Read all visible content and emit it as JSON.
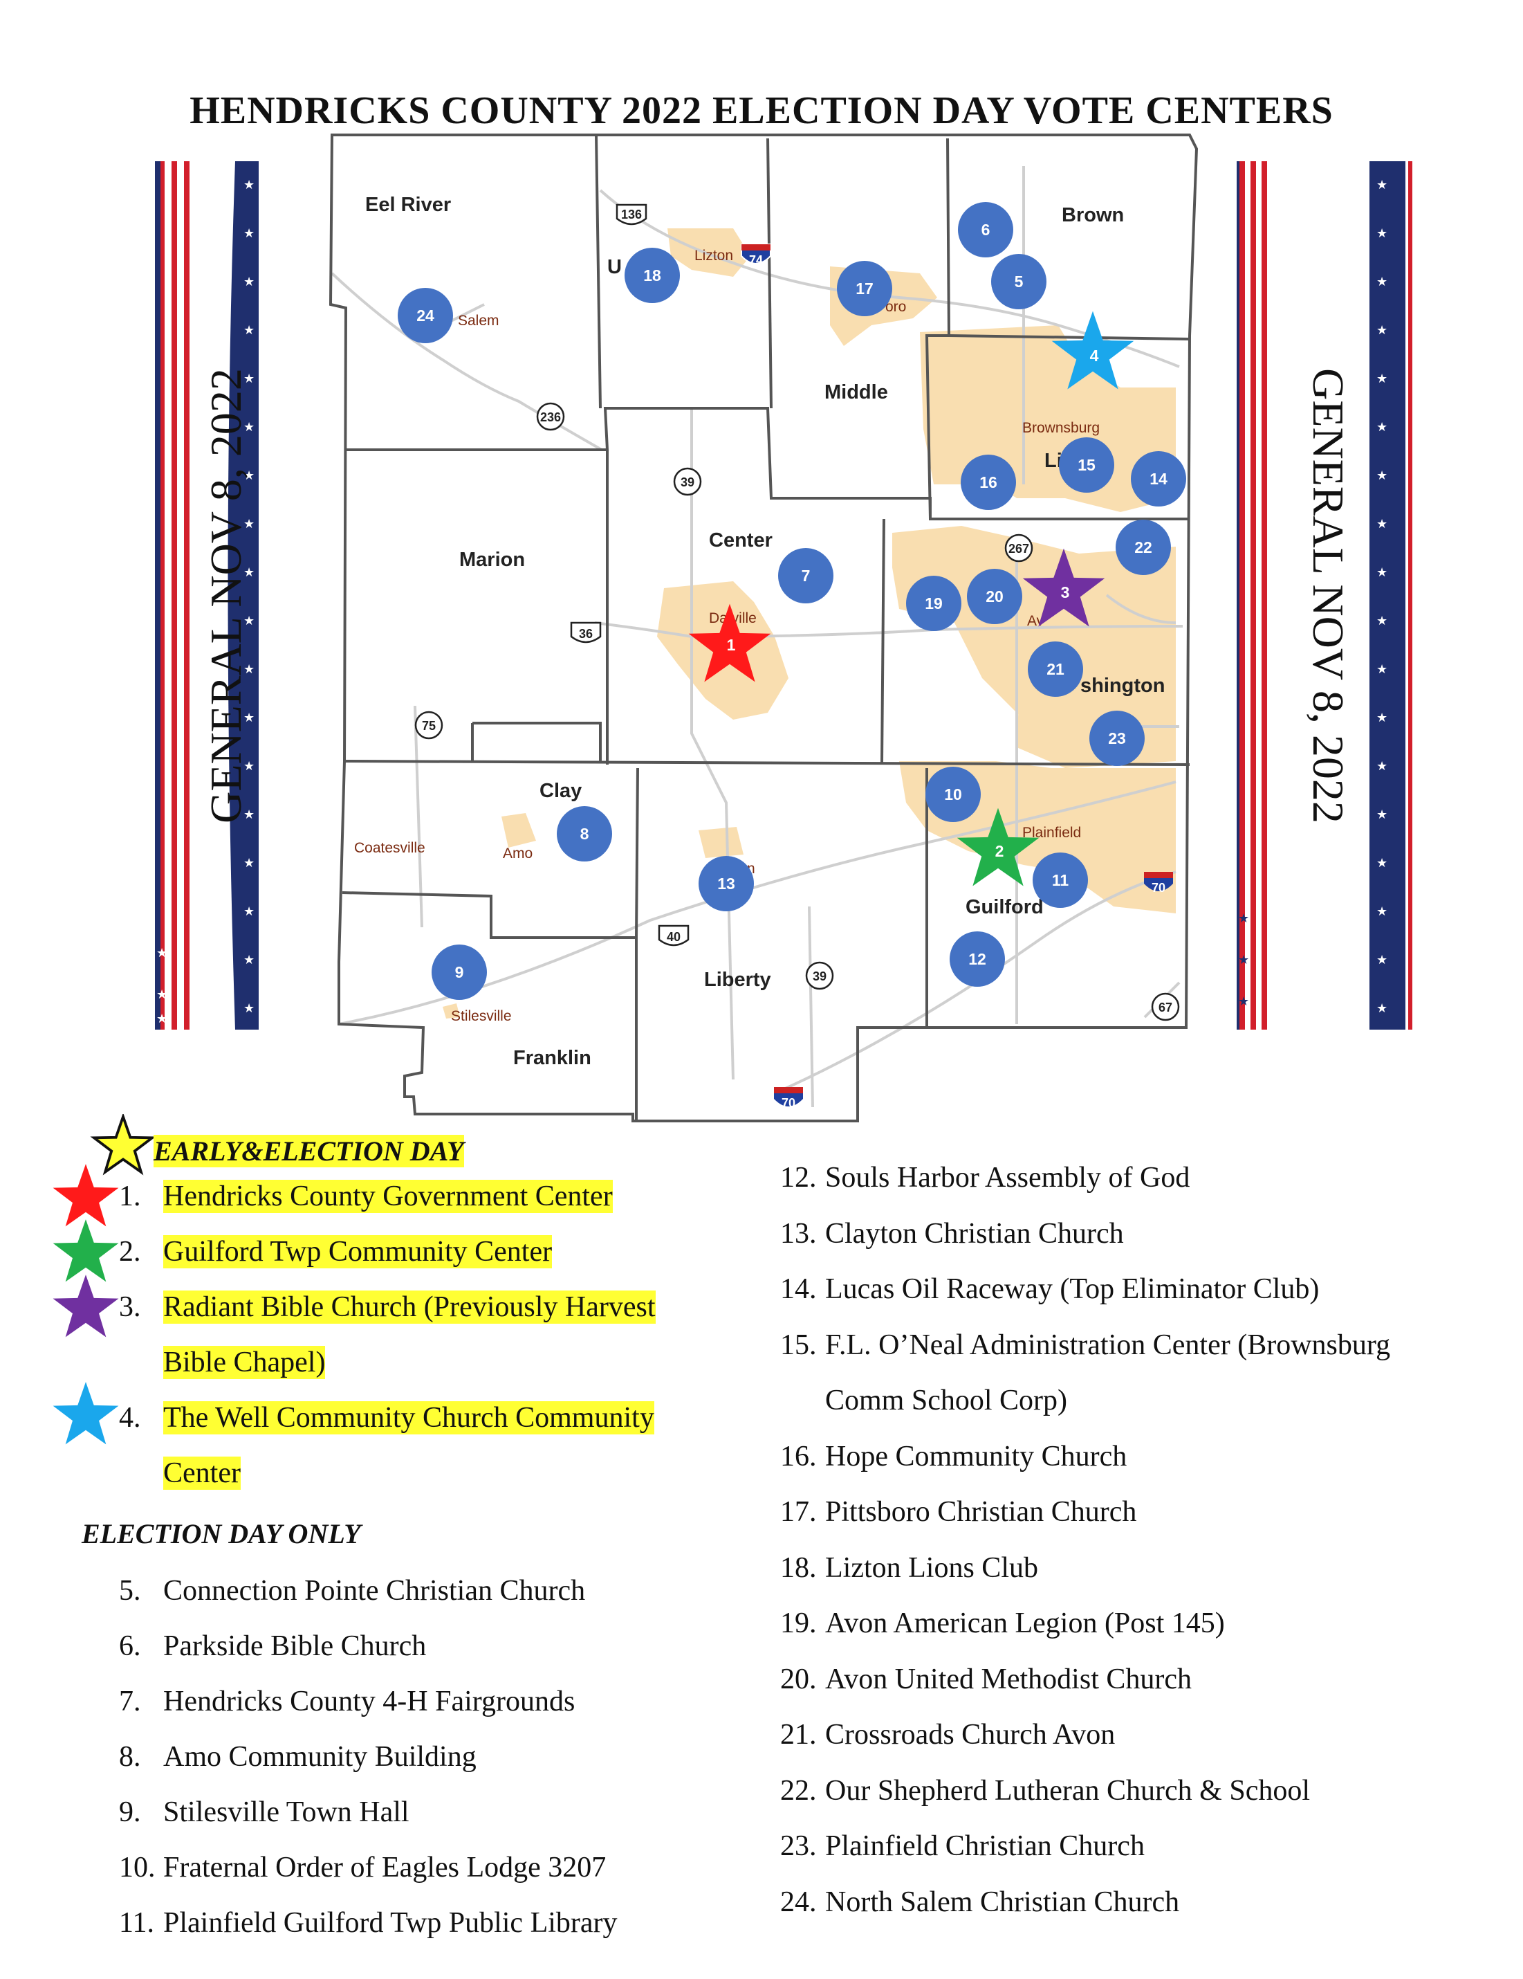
{
  "title": "HENDRICKS COUNTY 2022 ELECTION DAY VOTE CENTERS",
  "side_text": "GENERAL NOV 8, 2022",
  "townships": {
    "eel_river": "Eel River",
    "union": "U",
    "brown": "Brown",
    "middle": "Middle",
    "lincoln": "Li",
    "marion": "Marion",
    "center": "Center",
    "washington": "shington",
    "clay": "Clay",
    "liberty": "Liberty",
    "guilford": "Guilford",
    "franklin": "Franklin"
  },
  "towns": {
    "salem": "Salem",
    "lizton": "Lizton",
    "pittsboro": "oro",
    "brownsburg": "Brownsburg",
    "danville": "Da    ville",
    "avon": "Av",
    "plainfield": "Plainfield",
    "coatesville": "Coatesville",
    "amo": "Amo",
    "clayton": "n",
    "stilesville": "Stilesville"
  },
  "highways": {
    "us136": "136",
    "i74": "74",
    "sr236": "236",
    "sr39n": "39",
    "sr267": "267",
    "us36": "36",
    "sr75": "75",
    "us40": "40",
    "sr39s": "39",
    "i70e": "70",
    "sr67": "67",
    "i70s": "70"
  },
  "markers": {
    "m1": "1",
    "m2": "2",
    "m3": "3",
    "m4": "4",
    "m5": "5",
    "m6": "6",
    "m7": "7",
    "m8": "8",
    "m9": "9",
    "m10": "10",
    "m11": "11",
    "m12": "12",
    "m13": "13",
    "m14": "14",
    "m15": "15",
    "m16": "16",
    "m17": "17",
    "m18": "18",
    "m19": "19",
    "m20": "20",
    "m21": "21",
    "m22": "22",
    "m23": "23",
    "m24": "24"
  },
  "colors": {
    "circle": "#4472c4",
    "star1": "#ff1a1a",
    "star2": "#22b04b",
    "star3": "#7030a0",
    "star4": "#1aa7ec",
    "legend_star": "#ffff33",
    "highlight": "#ffff33",
    "urban": "#f9deb0",
    "boundary": "#555555",
    "road": "#cfcfcf"
  },
  "legend": {
    "early_header": "EARLY&ELECTION DAY",
    "election_only_header": "ELECTION DAY ONLY",
    "items": [
      {
        "num": "1.",
        "name": "Hendricks County Government Center"
      },
      {
        "num": "2.",
        "name": "Guilford Twp Community Center"
      },
      {
        "num": "3.",
        "name": "Radiant Bible Church (Previously Harvest",
        "cont": "Bible Chapel)"
      },
      {
        "num": "4.",
        "name": "The Well Community Church Community",
        "cont": "Center"
      },
      {
        "num": "5.",
        "name": "Connection Pointe Christian Church"
      },
      {
        "num": "6.",
        "name": "Parkside Bible Church"
      },
      {
        "num": "7.",
        "name": "Hendricks County 4-H Fairgrounds"
      },
      {
        "num": "8.",
        "name": "Amo Community Building"
      },
      {
        "num": "9.",
        "name": "Stilesville Town Hall"
      },
      {
        "num": "10.",
        "name": "Fraternal Order of Eagles Lodge 3207"
      },
      {
        "num": "11.",
        "name": "Plainfield Guilford Twp Public Library"
      },
      {
        "num": "12.",
        "name": "Souls Harbor Assembly of God"
      },
      {
        "num": "13.",
        "name": "Clayton Christian Church"
      },
      {
        "num": "14.",
        "name": "Lucas Oil Raceway (Top Eliminator Club)"
      },
      {
        "num": "15.",
        "name": "F.L. O’Neal Administration Center (Brownsburg",
        "cont": "Comm School Corp)"
      },
      {
        "num": "16.",
        "name": "Hope Community Church"
      },
      {
        "num": "17.",
        "name": "Pittsboro Christian Church"
      },
      {
        "num": "18.",
        "name": "Lizton Lions Club"
      },
      {
        "num": "19.",
        "name": "Avon American Legion (Post 145)"
      },
      {
        "num": "20.",
        "name": "Avon United Methodist Church"
      },
      {
        "num": "21.",
        "name": "Crossroads Church Avon"
      },
      {
        "num": "22.",
        "name": "Our Shepherd Lutheran Church & School"
      },
      {
        "num": "23.",
        "name": "Plainfield Christian Church"
      },
      {
        "num": "24.",
        "name": "North Salem Christian Church"
      }
    ]
  }
}
